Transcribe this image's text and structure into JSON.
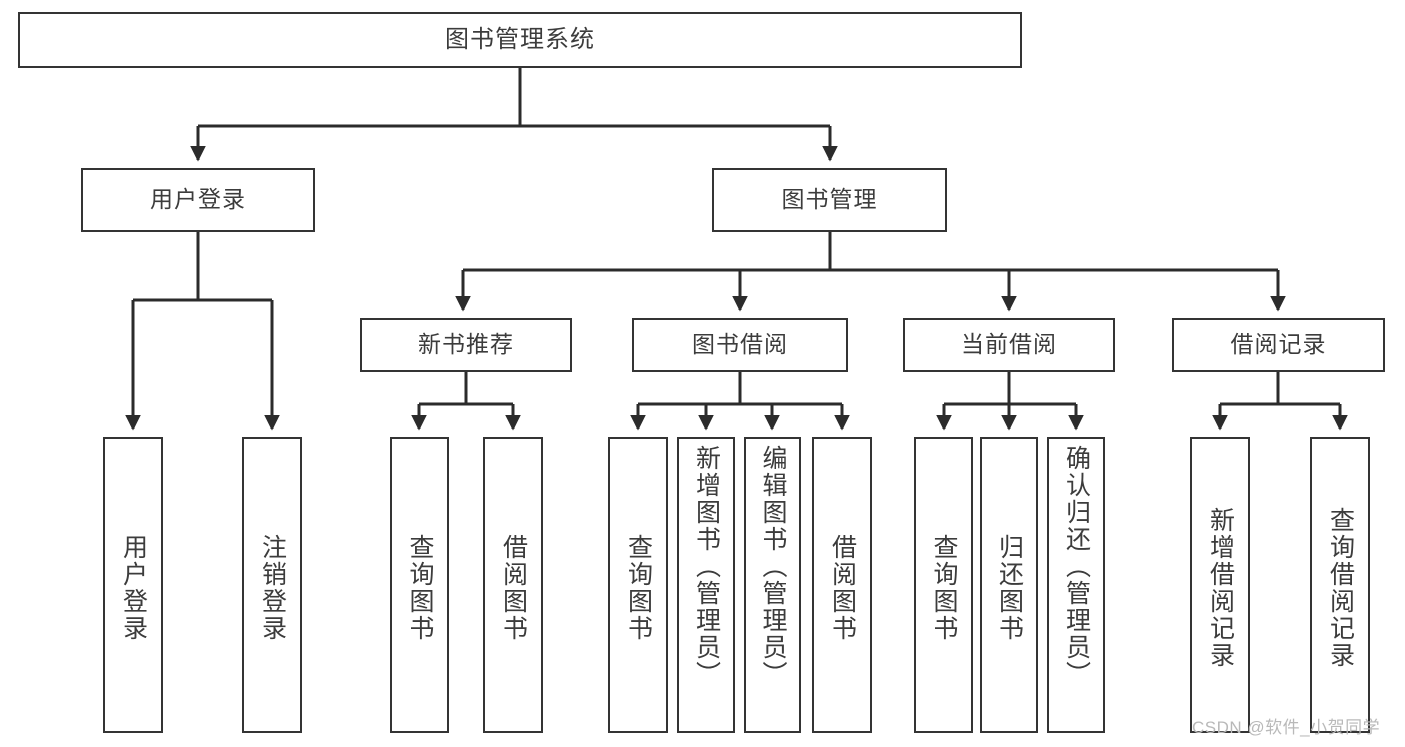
{
  "diagram": {
    "type": "tree-hierarchy",
    "title": "图书管理系统",
    "watermark": "CSDN @软件_小贺同学",
    "colors": {
      "box_border": "#343434",
      "box_fill": "#ffffff",
      "text": "#3c3c3c",
      "connector": "#2b2b2b",
      "watermark": "#b9b9b9"
    },
    "nodes": {
      "root": {
        "label": "图书管理系统",
        "level": 0
      },
      "level1": [
        {
          "id": "user-login",
          "label": "用户登录"
        },
        {
          "id": "book-manage",
          "label": "图书管理"
        }
      ],
      "level2": [
        {
          "id": "new-book-recommend",
          "label": "新书推荐",
          "parent": "book-manage"
        },
        {
          "id": "book-borrow",
          "label": "图书借阅",
          "parent": "book-manage"
        },
        {
          "id": "current-borrow",
          "label": "当前借阅",
          "parent": "book-manage"
        },
        {
          "id": "borrow-record",
          "label": "借阅记录",
          "parent": "book-manage"
        }
      ],
      "leaves": [
        {
          "id": "leaf-user-login",
          "label": "用户登录",
          "parent": "user-login"
        },
        {
          "id": "leaf-logout",
          "label": "注销登录",
          "parent": "user-login"
        },
        {
          "id": "leaf-query-book-1",
          "label": "查询图书",
          "parent": "new-book-recommend"
        },
        {
          "id": "leaf-borrow-book-1",
          "label": "借阅图书",
          "parent": "new-book-recommend"
        },
        {
          "id": "leaf-query-book-2",
          "label": "查询图书",
          "parent": "book-borrow"
        },
        {
          "id": "leaf-add-book",
          "label": "新增图书（管理员）",
          "parent": "book-borrow"
        },
        {
          "id": "leaf-edit-book",
          "label": "编辑图书（管理员）",
          "parent": "book-borrow"
        },
        {
          "id": "leaf-borrow-book-2",
          "label": "借阅图书",
          "parent": "book-borrow"
        },
        {
          "id": "leaf-query-book-3",
          "label": "查询图书",
          "parent": "current-borrow"
        },
        {
          "id": "leaf-return-book",
          "label": "归还图书",
          "parent": "current-borrow"
        },
        {
          "id": "leaf-confirm-return",
          "label": "确认归还（管理员）",
          "parent": "current-borrow"
        },
        {
          "id": "leaf-add-record",
          "label": "新增借阅记录",
          "parent": "borrow-record"
        },
        {
          "id": "leaf-query-record",
          "label": "查询借阅记录",
          "parent": "borrow-record"
        }
      ]
    }
  }
}
